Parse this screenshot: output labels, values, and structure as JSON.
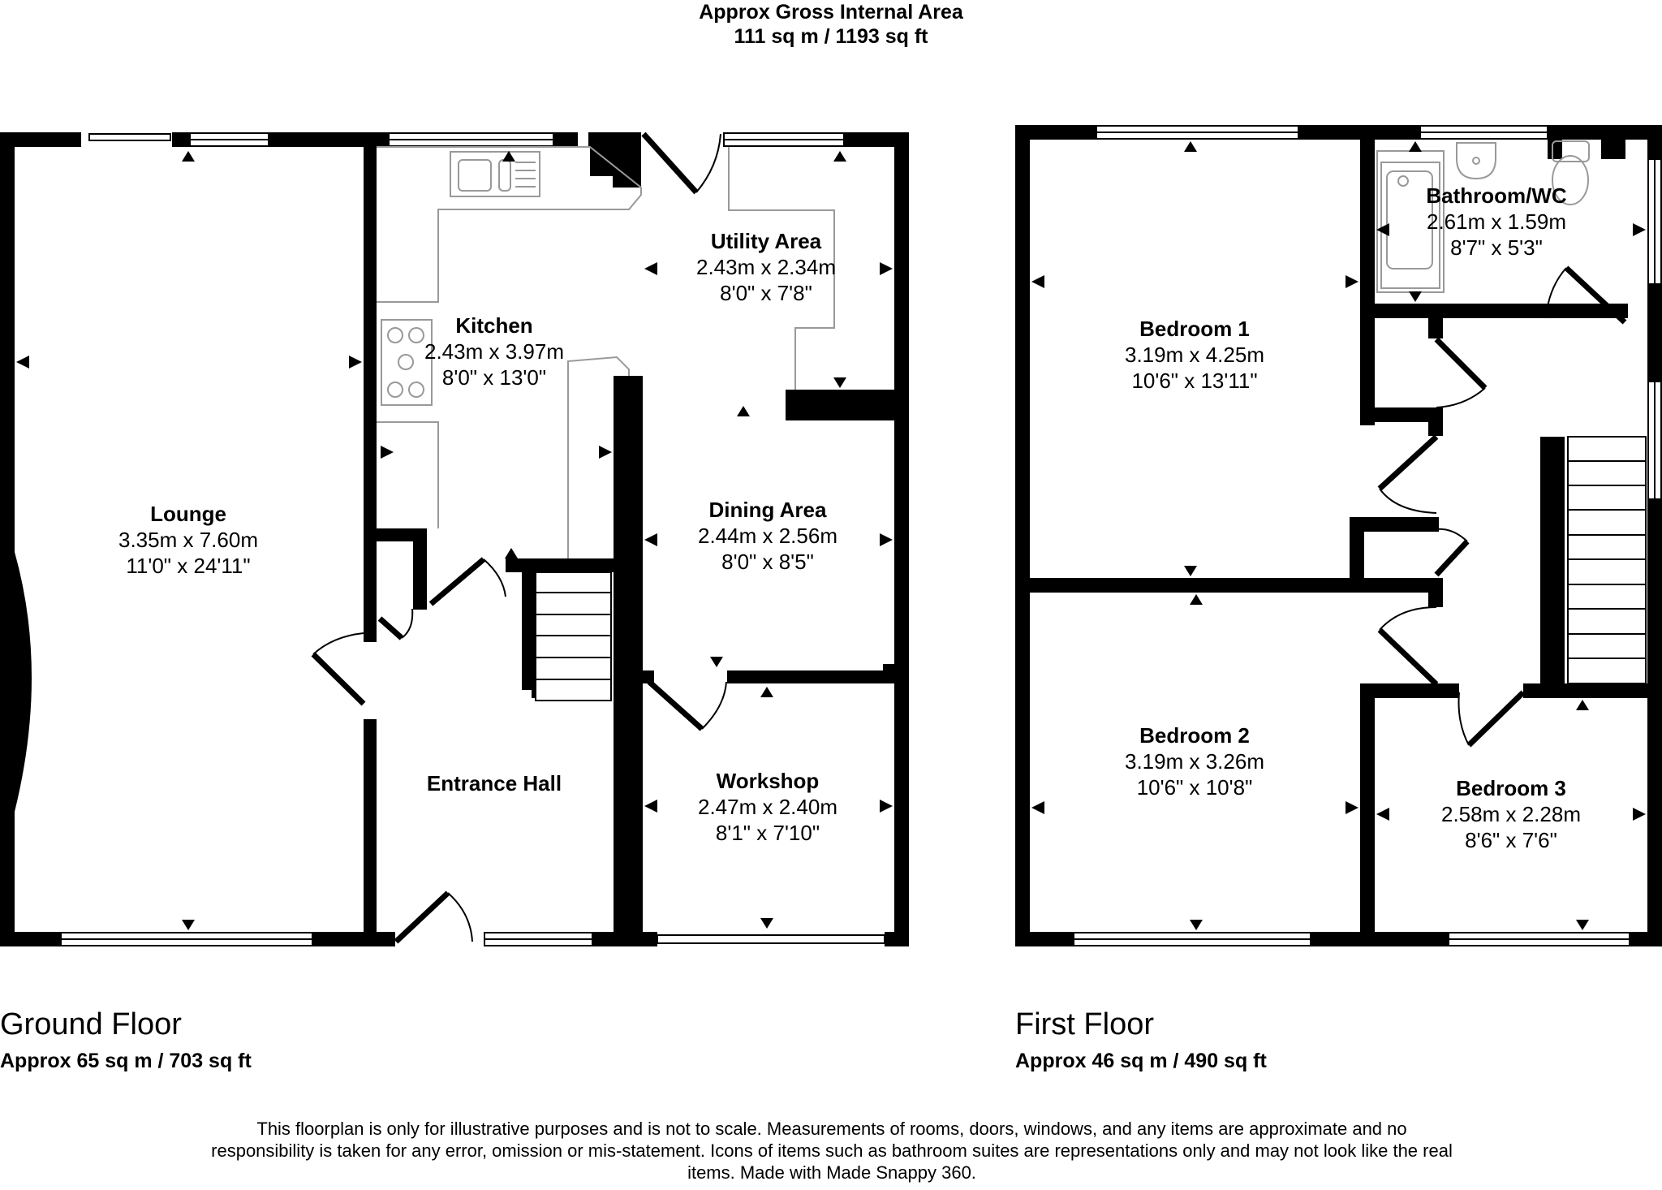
{
  "header": {
    "title": "Approx Gross Internal Area",
    "total_area": "111 sq m / 1193 sq ft"
  },
  "floors": [
    {
      "name": "Ground Floor",
      "area": "Approx 65 sq m / 703 sq ft",
      "rooms": [
        {
          "name": "Lounge",
          "metric": "3.35m x 7.60m",
          "imperial": "11'0\" x 24'11\""
        },
        {
          "name": "Kitchen",
          "metric": "2.43m x 3.97m",
          "imperial": "8'0\" x 13'0\""
        },
        {
          "name": "Utility Area",
          "metric": "2.43m x 2.34m",
          "imperial": "8'0\" x 7'8\""
        },
        {
          "name": "Dining Area",
          "metric": "2.44m x 2.56m",
          "imperial": "8'0\" x 8'5\""
        },
        {
          "name": "Entrance Hall",
          "metric": "",
          "imperial": ""
        },
        {
          "name": "Workshop",
          "metric": "2.47m x 2.40m",
          "imperial": "8'1\" x 7'10\""
        }
      ]
    },
    {
      "name": "First Floor",
      "area": "Approx 46 sq m / 490 sq ft",
      "rooms": [
        {
          "name": "Bathroom/WC",
          "metric": "2.61m x 1.59m",
          "imperial": "8'7\" x 5'3\""
        },
        {
          "name": "Bedroom 1",
          "metric": "3.19m x 4.25m",
          "imperial": "10'6\" x 13'11\""
        },
        {
          "name": "Bedroom 2",
          "metric": "3.19m x 3.26m",
          "imperial": "10'6\" x 10'8\""
        },
        {
          "name": "Bedroom 3",
          "metric": "2.58m x 2.28m",
          "imperial": "8'6\" x 7'6\""
        }
      ]
    }
  ],
  "disclaimer": "This floorplan is only for illustrative purposes and is not to scale. Measurements of rooms, doors, windows, and any items are approximate and no responsibility is taken for any error, omission or mis-statement. Icons of items such as bathroom suites are representations only and may not look like the real items. Made with Made Snappy 360.",
  "colors": {
    "wall": "#000000",
    "fixture_line": "#999999",
    "background": "#ffffff"
  }
}
